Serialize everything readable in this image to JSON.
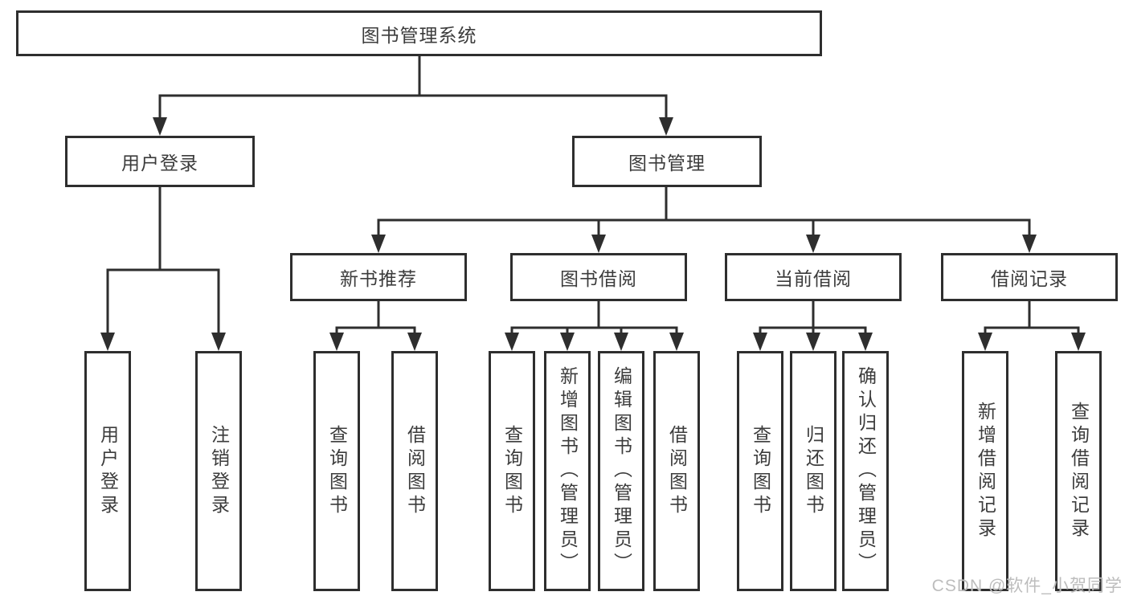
{
  "tree": {
    "root": {
      "label": "图书管理系统",
      "children": [
        {
          "label": "用户登录",
          "children": [
            {
              "label": "用户登录"
            },
            {
              "label": "注销登录"
            }
          ]
        },
        {
          "label": "图书管理",
          "children": [
            {
              "label": "新书推荐",
              "children": [
                {
                  "label": "查询图书"
                },
                {
                  "label": "借阅图书"
                }
              ]
            },
            {
              "label": "图书借阅",
              "children": [
                {
                  "label": "查询图书"
                },
                {
                  "label": "新增图书（管理员）"
                },
                {
                  "label": "编辑图书（管理员）"
                },
                {
                  "label": "借阅图书"
                }
              ]
            },
            {
              "label": "当前借阅",
              "children": [
                {
                  "label": "查询图书"
                },
                {
                  "label": "归还图书"
                },
                {
                  "label": "确认归还（管理员）"
                }
              ]
            },
            {
              "label": "借阅记录",
              "children": [
                {
                  "label": "新增借阅记录"
                },
                {
                  "label": "查询借阅记录"
                }
              ]
            }
          ]
        }
      ]
    }
  },
  "watermark": {
    "text": "CSDN @软件_小贺同学"
  },
  "colors": {
    "line": "#2e2e2e",
    "box_border": "#2e2e2e",
    "text": "#3c3c3c",
    "background": "#ffffff",
    "watermark": "#b9b9b9"
  }
}
